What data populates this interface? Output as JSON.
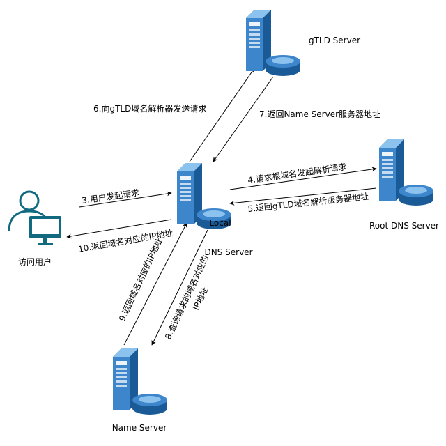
{
  "colors": {
    "server_dark": "#1A5B97",
    "server_mid": "#3D86CC",
    "server_light": "#8CC2EE",
    "server_face": "#FFFFFF",
    "user_stroke": "#116A80",
    "edge": "#000000"
  },
  "nodes": {
    "user": {
      "label": "访问用户",
      "icon": "user-computer-icon"
    },
    "local_dns": {
      "label_line1": "Local",
      "label_line2": "DNS Server",
      "icon": "server-database-icon"
    },
    "gtld": {
      "label": "gTLD Server",
      "icon": "server-database-icon"
    },
    "root_dns": {
      "label": "Root DNS Server",
      "icon": "server-database-icon"
    },
    "name_server": {
      "label": "Name Server",
      "icon": "server-database-icon"
    }
  },
  "edges": {
    "e3": "3.用户发起请求",
    "e4": "4.请求根域名发起解析请求",
    "e5": "5.返回gTLD域名解析服务器地址",
    "e6": "6.向gTLD域名解析器发送请求",
    "e7": "7.返回Name Server服务器地址",
    "e8_line1": "8.查询请求的域名对应的",
    "e8_line2": "IP地址",
    "e9": "9.返回域名对应的IP地址",
    "e10": "10.返回域名对应的IP地址"
  }
}
